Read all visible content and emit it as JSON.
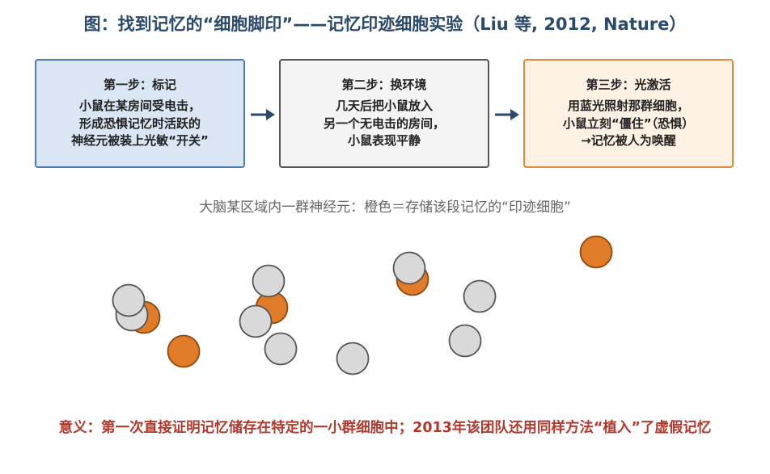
{
  "title": "图：找到记忆的“细胞脚印”——记忆印迹细胞实验（Liu 等, 2012, Nature）",
  "steps": [
    {
      "heading": "第一步：标记",
      "lines": [
        "小鼠在某房间受电击，",
        "形成恐惧记忆时活跃的",
        "神经元被装上光敏“开关”"
      ]
    },
    {
      "heading": "第二步：换环境",
      "lines": [
        "几天后把小鼠放入",
        "另一个无电击的房间，",
        "小鼠表现平静"
      ]
    },
    {
      "heading": "第三步：光激活",
      "lines": [
        "用蓝光照射那群细胞，",
        "小鼠立刻“僵住”（恐惧）",
        "→记忆被人为唤醒"
      ]
    }
  ],
  "subtitle": "大脑某区域内一群神经元：橙色＝存储该段记忆的“印迹细胞”",
  "neurons": [
    {
      "type": "engram"
    },
    {
      "type": "engram"
    },
    {
      "type": "engram"
    },
    {
      "type": "engram"
    },
    {
      "type": "engram"
    },
    {
      "type": "normal"
    },
    {
      "type": "normal"
    },
    {
      "type": "normal"
    },
    {
      "type": "normal"
    },
    {
      "type": "normal"
    },
    {
      "type": "normal"
    },
    {
      "type": "normal"
    },
    {
      "type": "normal"
    },
    {
      "type": "normal"
    },
    {
      "type": "normal"
    }
  ],
  "colors": {
    "title": "#2c4a6b",
    "arrow": "#2c4a6b",
    "engram_fill": "#e07b28",
    "engram_stroke": "#8a4a12",
    "normal_fill": "#d9d9d9",
    "normal_stroke": "#555555",
    "footer": "#b03a2e"
  },
  "footer": "意义：第一次直接证明记忆储存在特定的一小群细胞中；2013年该团队还用同样方法“植入”了虚假记忆"
}
